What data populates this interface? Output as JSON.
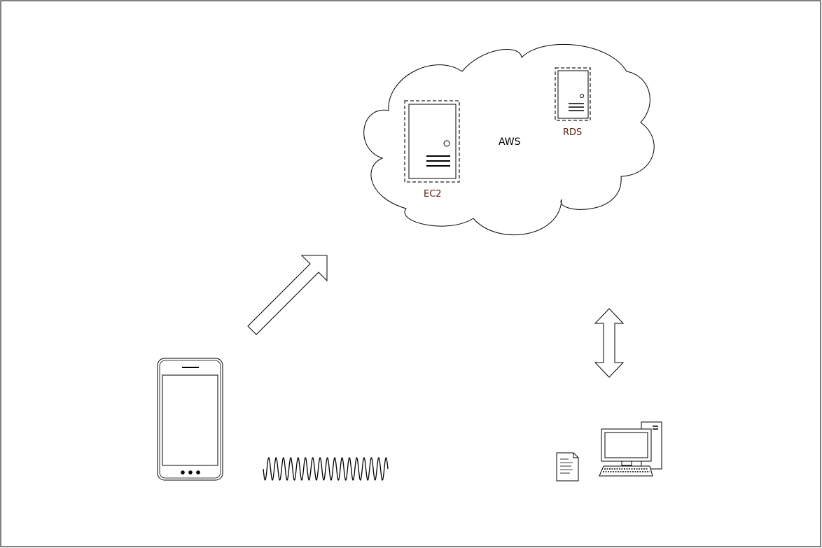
{
  "diagram": {
    "labels": {
      "cloud": "AWS",
      "ec2": "EC2",
      "rds": "RDS"
    },
    "icons": {
      "cloud": "cloud-icon",
      "ec2": "server-icon",
      "rds": "server-icon",
      "phone": "smartphone-icon",
      "signal": "wireless-signal-icon",
      "document": "document-icon",
      "computer": "desktop-computer-icon"
    },
    "colors": {
      "stroke": "#000000",
      "service_label": "#5a1e14",
      "background": "#ffffff"
    }
  }
}
